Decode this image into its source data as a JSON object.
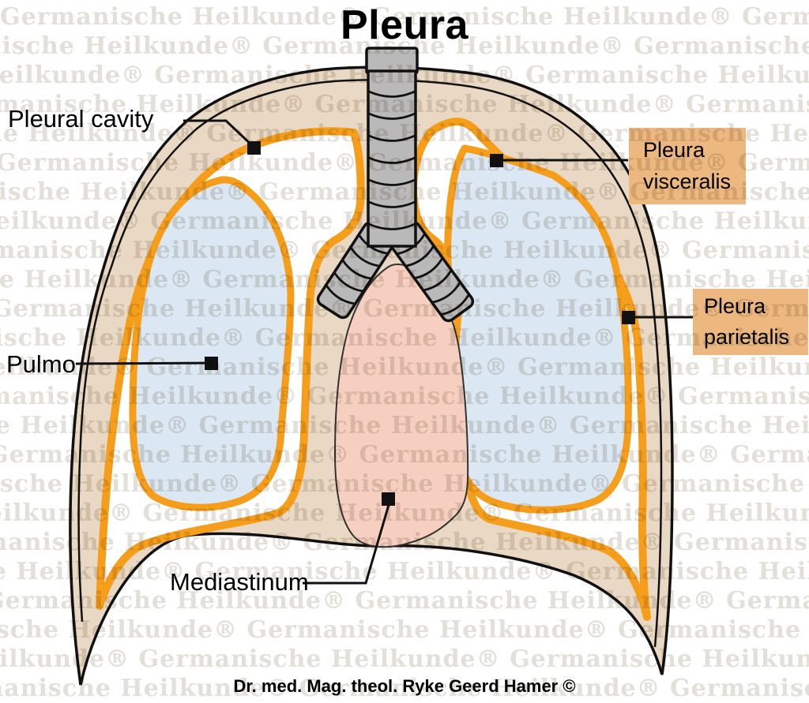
{
  "title": "Pleura",
  "watermark": {
    "text": "Germanische Heilkunde®"
  },
  "labels": {
    "pleural_cavity": "Pleural cavity",
    "pulmo": "Pulmo",
    "mediastinum": "Mediastinum",
    "pleura_visceralis": {
      "line1": "Pleura",
      "line2": "visceralis"
    },
    "pleura_parietalis": {
      "line1": "Pleura",
      "line2": "parietalis"
    }
  },
  "attribution": "Dr. med. Mag. theol. Ryke Geerd Hamer ©",
  "colors": {
    "chest_wall_tan": "#e9d8c3",
    "pleura_orange": "#f59e1b",
    "lung_blue": "#dbe7f2",
    "mediastinum_pink": "#f6cfc0",
    "trachea_gray": "#b9b9b9",
    "label_box_orange": "#edb87f",
    "outline_black": "#111111",
    "watermark_gray": "#e3dfd9"
  }
}
